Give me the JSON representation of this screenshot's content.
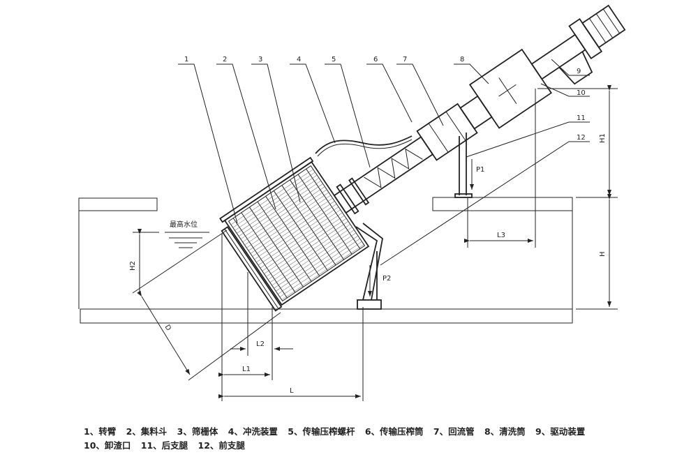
{
  "diagram": {
    "callouts": [
      "1",
      "2",
      "3",
      "4",
      "5",
      "6",
      "7",
      "8",
      "9",
      "10",
      "11",
      "12"
    ],
    "water_level_label": "最高水位",
    "dimensions": {
      "H1": "H1",
      "H": "H",
      "H2": "H2",
      "L3": "L3",
      "P1": "P1",
      "P2": "P2",
      "L": "L",
      "L1": "L1",
      "L2": "L2",
      "D": "D"
    }
  },
  "legend": {
    "row1": [
      "1、转臂",
      "2、集料斗",
      "3、筛栅体",
      "4、冲洗装置",
      "5、传输压榨螺杆",
      "6、传输压榨筒",
      "7、回流管",
      "8、清洗筒",
      "9、驱动装置"
    ],
    "row2": [
      "10、卸渣口",
      "11、后支腿",
      "12、前支腿"
    ]
  },
  "colors": {
    "line": "#222222",
    "concrete": "#e9e9e9"
  }
}
